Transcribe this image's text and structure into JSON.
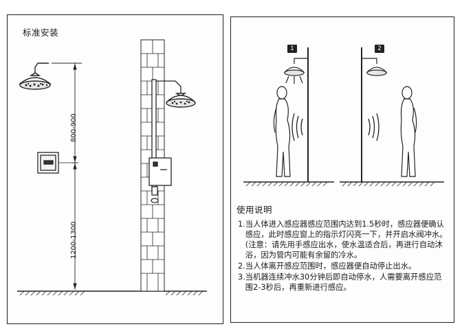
{
  "installation": {
    "title": "标准安装",
    "dim_upper": "800-900",
    "dim_lower": "1200-1300"
  },
  "usage": {
    "title": "使用说明",
    "badges": [
      "1",
      "2"
    ],
    "steps": [
      {
        "num": "1.",
        "text": "当人体进入感应器感应范围内达到1.5秒时，感应器便确认感应，此时感应窗上的指示灯闪亮一下，并开启水阀冲水。(注意：请先用手感应出水，使水温适合后，再进行自动沐浴，因为管内可能有余留的冷水。"
      },
      {
        "num": "2.",
        "text": "当人体离开感应范围时，感应器便自动停止出水。"
      },
      {
        "num": "3.",
        "text": "当机器连续冲水30分钟后即自动停水，人需要离开感应范围2-3秒后，再重新进行感应。"
      }
    ]
  }
}
